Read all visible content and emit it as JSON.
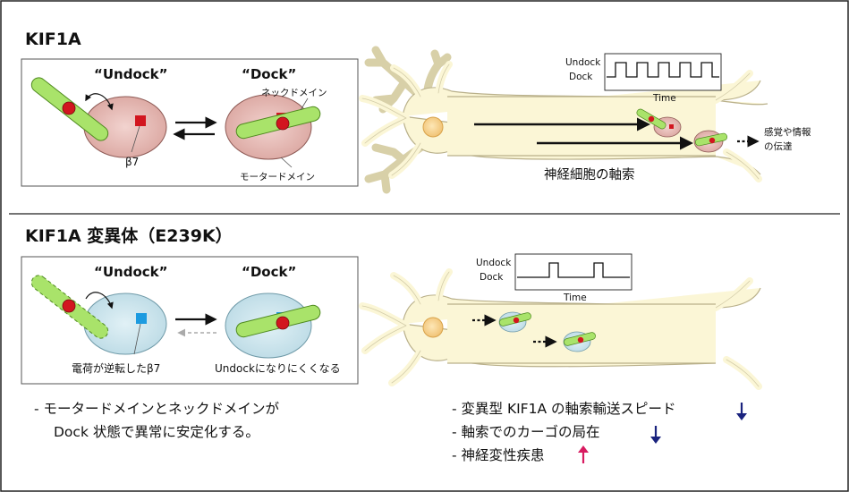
{
  "top": {
    "title": "KIF1A",
    "undock_label": "“Undock”",
    "dock_label": "“Dock”",
    "neck_label": "ネックドメイン",
    "motor_label": "モータードメイン",
    "beta7_label": "β7",
    "trace_undock": "Undock",
    "trace_dock": "Dock",
    "trace_time": "Time",
    "axon_caption": "神経細胞の軸索",
    "signal_line1": "感覚や情報",
    "signal_line2": "の伝達"
  },
  "bottom": {
    "title": "KIF1A 変異体（E239K）",
    "undock_label": "“Undock”",
    "dock_label": "“Dock”",
    "beta7_caption": "電荷が逆転したβ7",
    "undock_caption": "Undockになりにくくなる",
    "trace_undock": "Undock",
    "trace_dock": "Dock",
    "trace_time": "Time",
    "note_line1": "- モータードメインとネックドメインが",
    "note_line2": "Dock 状態で異常に安定化する。",
    "bullet1": "- 変異型 KIF1A の軸索輸送スピード",
    "bullet2": "- 軸索でのカーゴの局在",
    "bullet3": "- 神経変性疾患"
  },
  "colors": {
    "motor_wt": "#e8b9b4",
    "motor_mut": "#cfe6ee",
    "neck": "#a9e36a",
    "neuron": "#fbf6d6",
    "soma": "#f6cf8a",
    "red": "#d2161f",
    "blue": "#1d9be0",
    "down_arrow": "#1a237e",
    "up_arrow": "#d81b60"
  }
}
